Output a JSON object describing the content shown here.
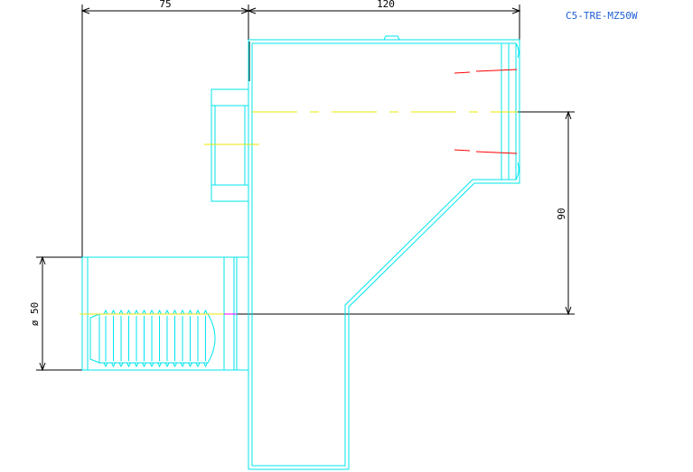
{
  "drawing": {
    "part_code": "C5-TRE-MZ50W",
    "dimensions": {
      "width_left": "75",
      "width_right": "120",
      "height_right": "90",
      "diameter": "ø 50"
    }
  },
  "colors": {
    "background": "#ffffff",
    "outline": "#00e5ee",
    "dimension": "#000000",
    "centerline_yellow": "#e8e800",
    "centerline_red": "#ff0000",
    "centerline_magenta": "#ff00ff",
    "title": "#1f5fd6"
  }
}
